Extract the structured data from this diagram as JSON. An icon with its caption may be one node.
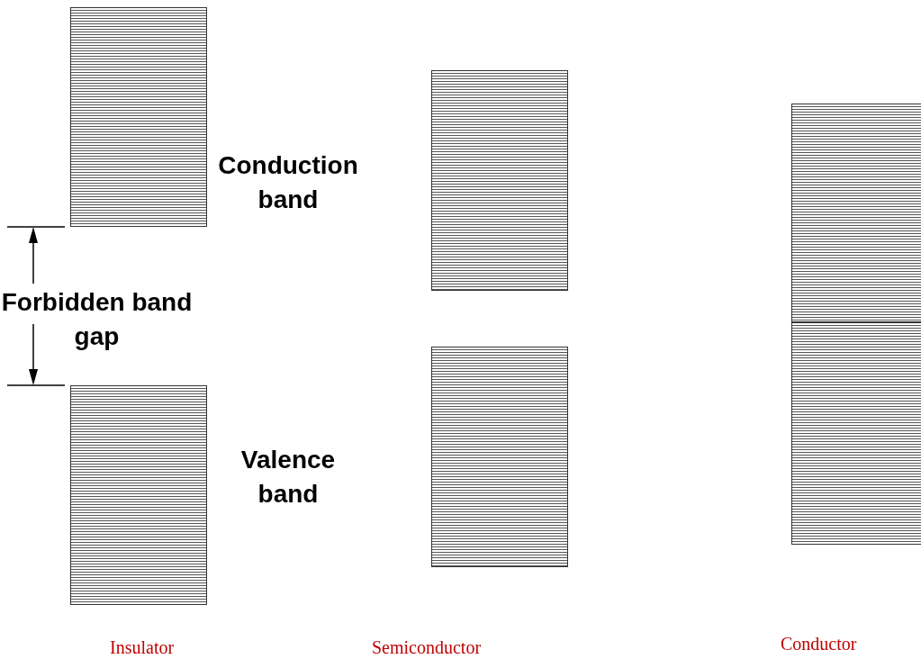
{
  "diagram": {
    "nodes": [
      {
        "text": [],
        "shape": "bar"
      },
      {
        "text": [],
        "shape": "bar"
      },
      {
        "text": [],
        "shape": "bar"
      },
      {
        "text": [],
        "shape": "bar"
      },
      {
        "text": [],
        "shape": "bar"
      },
      {
        "text": [],
        "shape": "bar"
      }
    ],
    "labels": [
      "Conduction band",
      "Forbidden band gap",
      "Valence band",
      "Insulator",
      "Semiconductor",
      "Conductor"
    ]
  }
}
